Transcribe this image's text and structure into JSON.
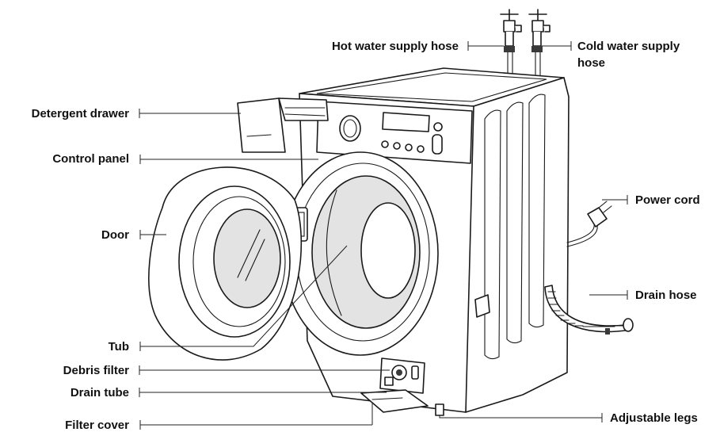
{
  "labels": {
    "hot_water_hose": "Hot water supply hose",
    "cold_water_hose_line1": "Cold water supply",
    "cold_water_hose_line2": "hose",
    "detergent_drawer": "Detergent drawer",
    "control_panel": "Control panel",
    "door": "Door",
    "tub": "Tub",
    "debris_filter": "Debris filter",
    "drain_tube": "Drain tube",
    "filter_cover": "Filter cover",
    "power_cord": "Power cord",
    "drain_hose": "Drain hose",
    "adjustable_legs": "Adjustable legs"
  }
}
